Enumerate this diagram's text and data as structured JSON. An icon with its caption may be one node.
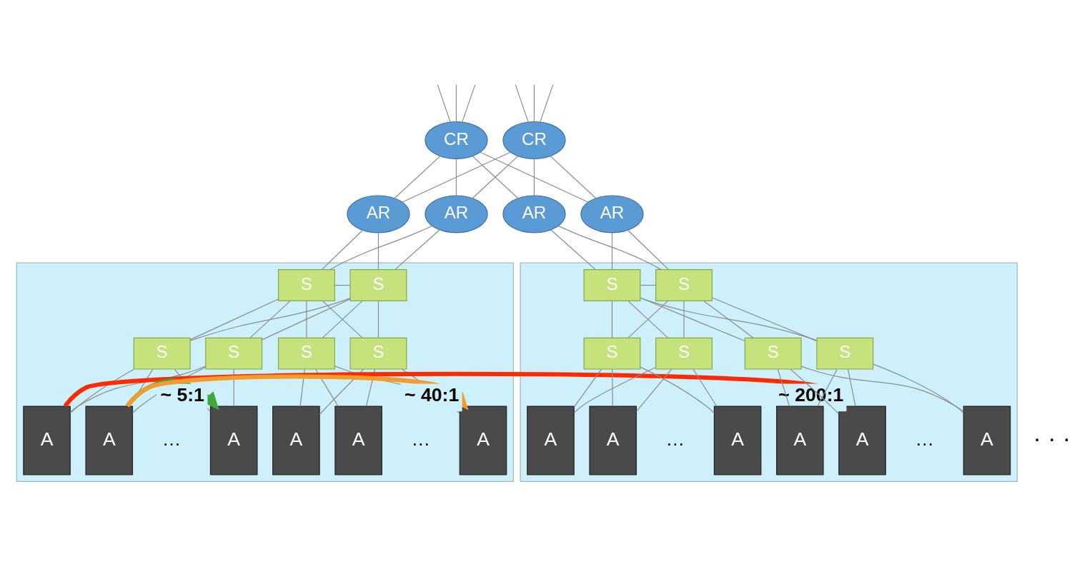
{
  "diagram": {
    "nodes": [
      {
        "text": [
          "CR"
        ]
      },
      {
        "text": [
          "CR"
        ]
      },
      {
        "text": [
          "AR"
        ]
      },
      {
        "text": [
          "AR"
        ]
      },
      {
        "text": [
          "AR"
        ]
      },
      {
        "text": [
          "AR"
        ]
      },
      {
        "text": [],
        "shape": "box"
      },
      {
        "text": [
          "S"
        ],
        "in": 6
      },
      {
        "text": [
          "S"
        ],
        "in": 6
      },
      {
        "text": [
          "S"
        ],
        "in": 6
      },
      {
        "text": [
          "S"
        ],
        "in": 6
      },
      {
        "text": [
          "S"
        ],
        "in": 6
      },
      {
        "text": [
          "S"
        ],
        "in": 6
      },
      {
        "text": [
          "A"
        ],
        "in": 6
      },
      {
        "text": [
          "A"
        ],
        "in": 6
      },
      {
        "text": [
          "A"
        ],
        "in": 6
      },
      {
        "text": [
          "A"
        ],
        "in": 6
      },
      {
        "text": [
          "A"
        ],
        "in": 6
      },
      {
        "text": [
          "A"
        ],
        "in": 6
      },
      {
        "text": [],
        "shape": "box"
      },
      {
        "text": [
          "S"
        ],
        "in": 19
      },
      {
        "text": [
          "S"
        ],
        "in": 19
      },
      {
        "text": [
          "S"
        ],
        "in": 19
      },
      {
        "text": [
          "S"
        ],
        "in": 19
      },
      {
        "text": [
          "S"
        ],
        "in": 19
      },
      {
        "text": [
          "S"
        ],
        "in": 19
      },
      {
        "text": [
          "A"
        ],
        "in": 19
      },
      {
        "text": [
          "A"
        ],
        "in": 19
      },
      {
        "text": [
          "A"
        ],
        "in": 19
      },
      {
        "text": [
          "A"
        ],
        "in": 19
      },
      {
        "text": [
          "A"
        ],
        "in": 19
      },
      {
        "text": [
          "A"
        ],
        "in": 19
      }
    ],
    "edges": [
      {
        "from": null,
        "to": 0,
        "arrow": "none"
      },
      {
        "from": null,
        "to": 0,
        "arrow": "none"
      },
      {
        "from": null,
        "to": 0,
        "arrow": "none"
      },
      {
        "from": null,
        "to": 1,
        "arrow": "none"
      },
      {
        "from": null,
        "to": 1,
        "arrow": "none"
      },
      {
        "from": null,
        "to": 1,
        "arrow": "none"
      },
      {
        "from": 0,
        "to": 2,
        "arrow": "none"
      },
      {
        "from": 0,
        "to": 3,
        "arrow": "none"
      },
      {
        "from": 0,
        "to": 4,
        "arrow": "none"
      },
      {
        "from": 0,
        "to": 5,
        "arrow": "none"
      },
      {
        "from": 1,
        "to": 2,
        "arrow": "none"
      },
      {
        "from": 1,
        "to": 3,
        "arrow": "none"
      },
      {
        "from": 1,
        "to": 4,
        "arrow": "none"
      },
      {
        "from": 1,
        "to": 5,
        "arrow": "none"
      },
      {
        "from": 2,
        "to": 7,
        "arrow": "none"
      },
      {
        "from": 2,
        "to": 8,
        "arrow": "none"
      },
      {
        "from": 3,
        "to": 7,
        "arrow": "none"
      },
      {
        "from": 3,
        "to": 8,
        "arrow": "none"
      },
      {
        "from": 7,
        "to": 8,
        "arrow": "none"
      },
      {
        "from": 7,
        "to": 9,
        "arrow": "none"
      },
      {
        "from": 7,
        "to": 10,
        "arrow": "none"
      },
      {
        "from": 7,
        "to": 11,
        "arrow": "none"
      },
      {
        "from": 7,
        "to": 12,
        "arrow": "none"
      },
      {
        "from": 8,
        "to": 9,
        "arrow": "none"
      },
      {
        "from": 8,
        "to": 10,
        "arrow": "none"
      },
      {
        "from": 8,
        "to": 11,
        "arrow": "none"
      },
      {
        "from": 8,
        "to": 12,
        "arrow": "none"
      },
      {
        "from": 9,
        "to": 13,
        "arrow": "none"
      },
      {
        "from": 9,
        "to": 14,
        "arrow": "none"
      },
      {
        "from": 9,
        "to": 15,
        "arrow": "none"
      },
      {
        "from": 10,
        "to": 13,
        "arrow": "none"
      },
      {
        "from": 10,
        "to": 14,
        "arrow": "none"
      },
      {
        "from": 10,
        "to": 15,
        "arrow": "none"
      },
      {
        "from": 11,
        "to": 16,
        "arrow": "none"
      },
      {
        "from": 11,
        "to": 17,
        "arrow": "none"
      },
      {
        "from": 11,
        "to": 18,
        "arrow": "none"
      },
      {
        "from": 12,
        "to": 16,
        "arrow": "none"
      },
      {
        "from": 12,
        "to": 17,
        "arrow": "none"
      },
      {
        "from": 12,
        "to": 18,
        "arrow": "none"
      },
      {
        "from": 4,
        "to": 20,
        "arrow": "none"
      },
      {
        "from": 4,
        "to": 21,
        "arrow": "none"
      },
      {
        "from": 5,
        "to": 20,
        "arrow": "none"
      },
      {
        "from": 5,
        "to": 21,
        "arrow": "none"
      },
      {
        "from": 20,
        "to": 21,
        "arrow": "none"
      },
      {
        "from": 20,
        "to": 22,
        "arrow": "none"
      },
      {
        "from": 20,
        "to": 23,
        "arrow": "none"
      },
      {
        "from": 20,
        "to": 24,
        "arrow": "none"
      },
      {
        "from": 20,
        "to": 25,
        "arrow": "none"
      },
      {
        "from": 21,
        "to": 22,
        "arrow": "none"
      },
      {
        "from": 21,
        "to": 23,
        "arrow": "none"
      },
      {
        "from": 21,
        "to": 24,
        "arrow": "none"
      },
      {
        "from": 21,
        "to": 25,
        "arrow": "none"
      },
      {
        "from": 22,
        "to": 26,
        "arrow": "none"
      },
      {
        "from": 22,
        "to": 27,
        "arrow": "none"
      },
      {
        "from": 22,
        "to": 28,
        "arrow": "none"
      },
      {
        "from": 23,
        "to": 26,
        "arrow": "none"
      },
      {
        "from": 23,
        "to": 27,
        "arrow": "none"
      },
      {
        "from": 23,
        "to": 28,
        "arrow": "none"
      },
      {
        "from": 24,
        "to": 29,
        "arrow": "none"
      },
      {
        "from": 24,
        "to": 30,
        "arrow": "none"
      },
      {
        "from": 24,
        "to": 31,
        "arrow": "none"
      },
      {
        "from": 25,
        "to": 29,
        "arrow": "none"
      },
      {
        "from": 25,
        "to": 30,
        "arrow": "none"
      },
      {
        "from": 25,
        "to": 31,
        "arrow": "none"
      },
      {
        "from": 13,
        "to": 30,
        "arrow": "to",
        "label": "~ 200:1",
        "style": "thick",
        "color": "#ff2a00"
      },
      {
        "from": 14,
        "to": 18,
        "arrow": "to",
        "label": "~ 40:1",
        "style": "thick",
        "color": "#f39c2e"
      },
      {
        "from": 14,
        "to": 15,
        "arrow": "to",
        "label": "~ 5:1",
        "style": "thick",
        "color": "#3fa83f"
      }
    ],
    "labels": [
      "…",
      "…",
      "· · ·",
      "…",
      "…"
    ]
  }
}
